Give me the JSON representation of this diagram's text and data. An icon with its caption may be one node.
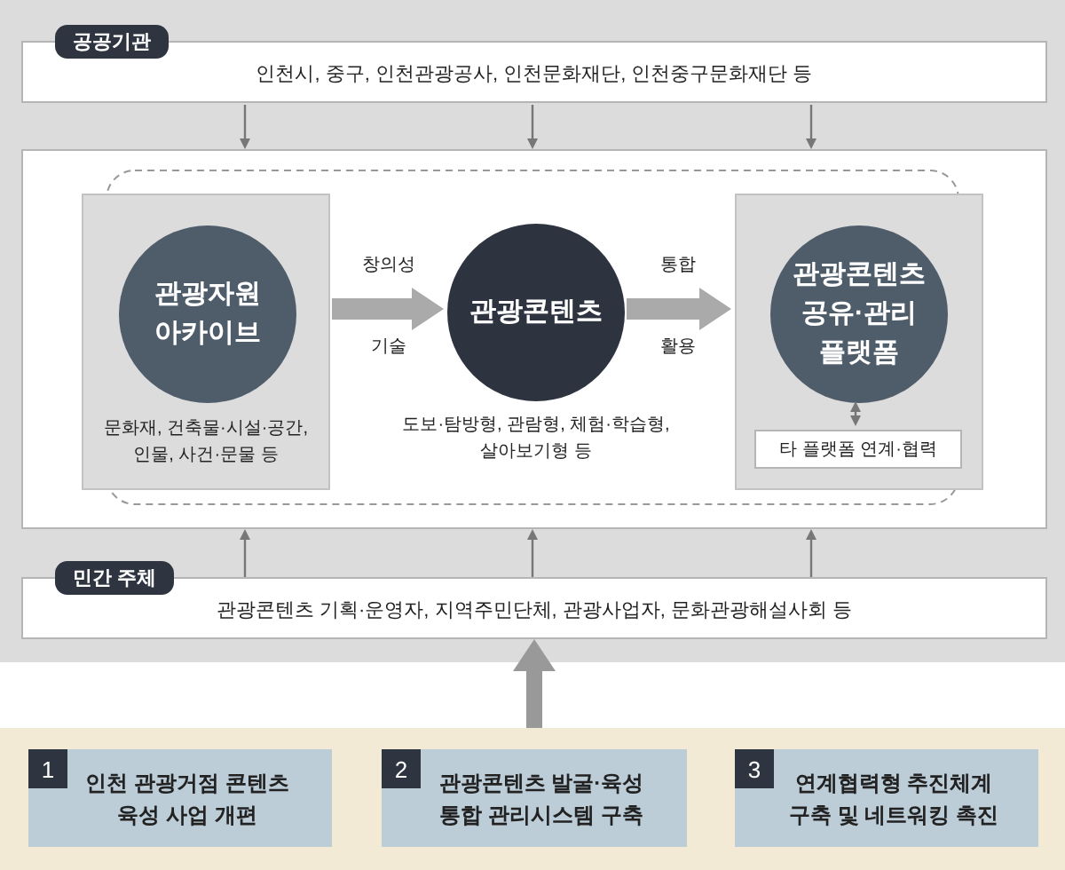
{
  "diagram": {
    "nodes": [
      {
        "text": [
          "공공기관",
          "인천시, 중구, 인천관광공사, 인천문화재단, 인천중구문화재단 등"
        ]
      },
      {
        "text": [],
        "shape": "box"
      },
      {
        "text": [
          "문화재, 건축물·시설·공간, 인물, 사건·문물 등"
        ],
        "in": 1
      },
      {
        "text": [
          "관광자원 아카이브"
        ],
        "in": 2
      },
      {
        "text": [
          "관광콘텐츠"
        ],
        "in": 1,
        "beside": [
          "도보·탐방형, 관람형, 체험·학습형, 살아보기형 등"
        ]
      },
      {
        "text": [],
        "shape": "box",
        "in": 1
      },
      {
        "text": [
          "관광콘텐츠 공유·관리 플랫폼"
        ],
        "in": 5
      },
      {
        "text": [
          "타 플랫폼 연계·협력"
        ],
        "in": 5
      },
      {
        "text": [
          "민간 주체",
          "관광콘텐츠 기획·운영자, 지역주민단체, 관광사업자, 문화관광해설사회 등"
        ]
      },
      {
        "text": [],
        "shape": "band"
      },
      {
        "text": [
          "1",
          "인천 관광거점 콘텐츠 육성 사업 개편"
        ],
        "in": 9
      },
      {
        "text": [
          "2",
          "관광콘텐츠 발굴·육성 통합 관리시스템 구축"
        ],
        "in": 9
      },
      {
        "text": [
          "3",
          "연계협력형 추진체계 구축 및 네트워킹 촉진"
        ],
        "in": 9
      }
    ],
    "edges": [
      {
        "from": 0,
        "to": 1,
        "arrow": "to"
      },
      {
        "from": 0,
        "to": 1,
        "arrow": "to"
      },
      {
        "from": 0,
        "to": 1,
        "arrow": "to"
      },
      {
        "from": 8,
        "to": 1,
        "arrow": "to"
      },
      {
        "from": 8,
        "to": 1,
        "arrow": "to"
      },
      {
        "from": 8,
        "to": 1,
        "arrow": "to"
      },
      {
        "from": 2,
        "to": 4,
        "arrow": "to",
        "label": "창의성 기술",
        "style": "thick",
        "color": "#aaaaaa"
      },
      {
        "from": 4,
        "to": 5,
        "arrow": "to",
        "label": "통합 활용",
        "style": "thick",
        "color": "#aaaaaa"
      },
      {
        "from": 6,
        "to": 7,
        "arrow": "both"
      },
      {
        "from": 9,
        "to": 8,
        "arrow": "to",
        "style": "thick",
        "color": "#999999"
      }
    ]
  }
}
